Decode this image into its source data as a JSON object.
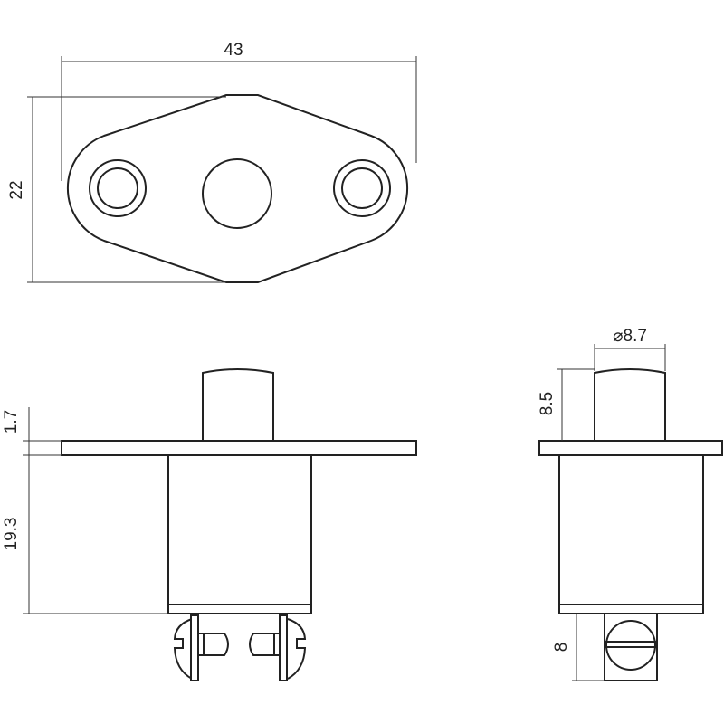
{
  "dimensions": {
    "flange_width": "43",
    "flange_height": "22",
    "flange_thickness": "1.7",
    "body_length": "19.3",
    "button_diameter": "⌀8.7",
    "button_height": "8.5",
    "terminal_length": "8"
  }
}
